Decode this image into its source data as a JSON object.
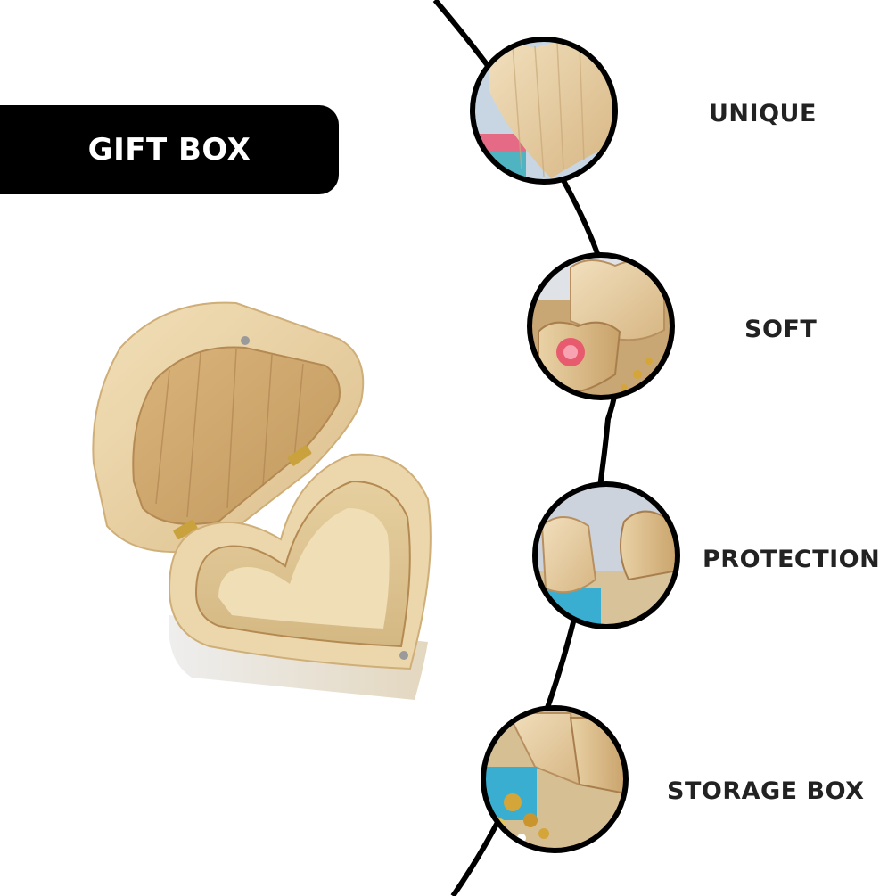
{
  "banner": {
    "title": "GIFT BOX",
    "bg_color": "#000000",
    "text_color": "#ffffff"
  },
  "features": [
    {
      "label": "UNIQUE",
      "icon": "heart-lid-photo-icon"
    },
    {
      "label": "SOFT",
      "icon": "open-jewelry-box-photo-icon"
    },
    {
      "label": "PROTECTION",
      "icon": "closed-heart-boxes-photo-icon"
    },
    {
      "label": "STORAGE BOX",
      "icon": "jewelry-storage-photo-icon"
    }
  ],
  "product": {
    "name": "heart-shaped-wooden-box",
    "wood_color": "#e8cfa3"
  }
}
